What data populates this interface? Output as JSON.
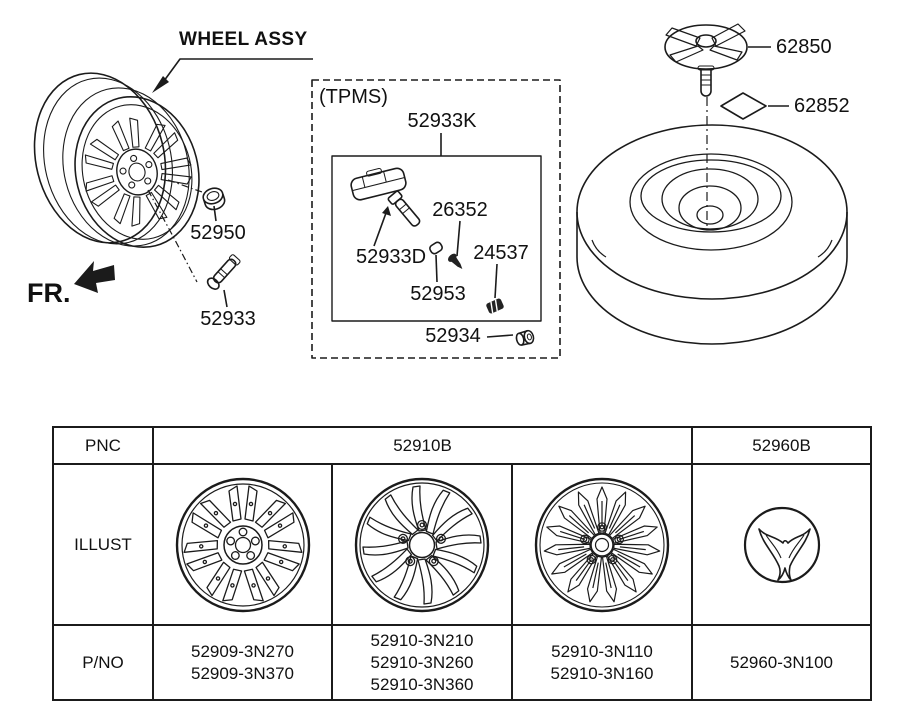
{
  "colors": {
    "line": "#1b1b1b",
    "text": "#111111",
    "background": "#ffffff"
  },
  "callouts": {
    "wheel_assy": "WHEEL ASSY",
    "fr": "FR.",
    "lug_nut": "52950",
    "valve_stem": "52933",
    "tpms_title": "(TPMS)",
    "tpms_kit": "52933K",
    "tpms_sensor": "52933D",
    "tpms_screw": "26352",
    "tpms_nut": "24537",
    "tpms_grommet": "52953",
    "tpms_valve_cap": "52934",
    "spare_clamp": "62850",
    "spare_pad": "62852"
  },
  "icons": {
    "illust_col1": "wheel-7-double-spoke-icon",
    "illust_col2": "wheel-12-spoke-icon",
    "illust_col3": "wheel-multi-spoke-icon",
    "illust_col4": "center-cap-emblem-icon"
  },
  "table": {
    "row_headers": {
      "pnc": "PNC",
      "illust": "ILLUST",
      "pno": "P/NO"
    },
    "pnc_values": {
      "wheels": "52910B",
      "cap": "52960B"
    },
    "pno": {
      "col1": [
        "52909-3N270",
        "52909-3N370"
      ],
      "col2": [
        "52910-3N210",
        "52910-3N260",
        "52910-3N360"
      ],
      "col3": [
        "52910-3N110",
        "52910-3N160"
      ],
      "col4": [
        "52960-3N100"
      ]
    }
  }
}
